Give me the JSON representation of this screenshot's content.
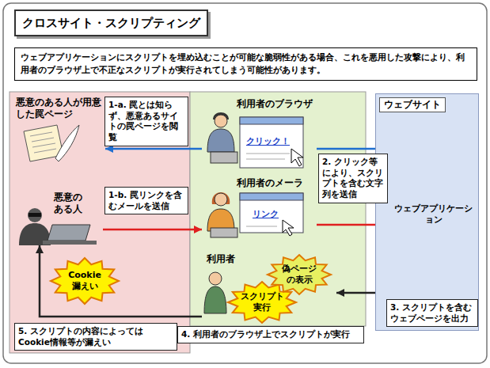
{
  "diagram": {
    "title": "クロスサイト・スクリプティング",
    "nodes": [
      {
        "text": [
          "ウェブアプリケーションにスクリプトを埋め込むことが可能な脆弱性がある場合、これを悪用した攻撃により、利用者のブラウザ上で不正なスクリプトが実行されてしまう可能性があります。"
        ]
      },
      {
        "text": [
          "悪意のある人が用意した罠ページ"
        ]
      },
      {
        "text": [
          "悪意のある人"
        ]
      },
      {
        "text": [
          "Cookie漏えい"
        ]
      },
      {
        "text": [
          "利用者のブラウザ",
          "クリック！"
        ]
      },
      {
        "text": [
          "利用者のメーラ",
          "リンク"
        ]
      },
      {
        "text": [
          "利用者"
        ]
      },
      {
        "text": [
          "スクリプト実行"
        ]
      },
      {
        "text": [
          "偽ページの表示"
        ]
      },
      {
        "text": [
          "ウェブサイト"
        ]
      },
      {
        "text": [
          "ウェブアプリケーション"
        ],
        "in": 9
      }
    ],
    "edges": [
      {
        "from": 4,
        "to": 1,
        "arrow": "to",
        "label": "1-a. 罠とは知らず、悪意あるサイトの罠ページを閲覧"
      },
      {
        "from": 2,
        "to": 5,
        "arrow": "to",
        "label": "1-b. 罠リンクを含むメールを送信"
      },
      {
        "from": 4,
        "to": 10,
        "arrow": "to",
        "label": "2. クリック等により、スクリプトを含む文字列を送信"
      },
      {
        "from": 5,
        "to": 10,
        "arrow": "to"
      },
      {
        "from": 10,
        "to": 6,
        "arrow": "to",
        "label": "3. スクリプトを含むウェブページを出力"
      },
      {
        "from": 6,
        "to": 2,
        "arrow": "to",
        "label": "5. スクリプトの内容によってはCookie情報等が漏えい"
      }
    ],
    "labels": [
      "4. 利用者のブラウザ上でスクリプトが実行"
    ]
  }
}
